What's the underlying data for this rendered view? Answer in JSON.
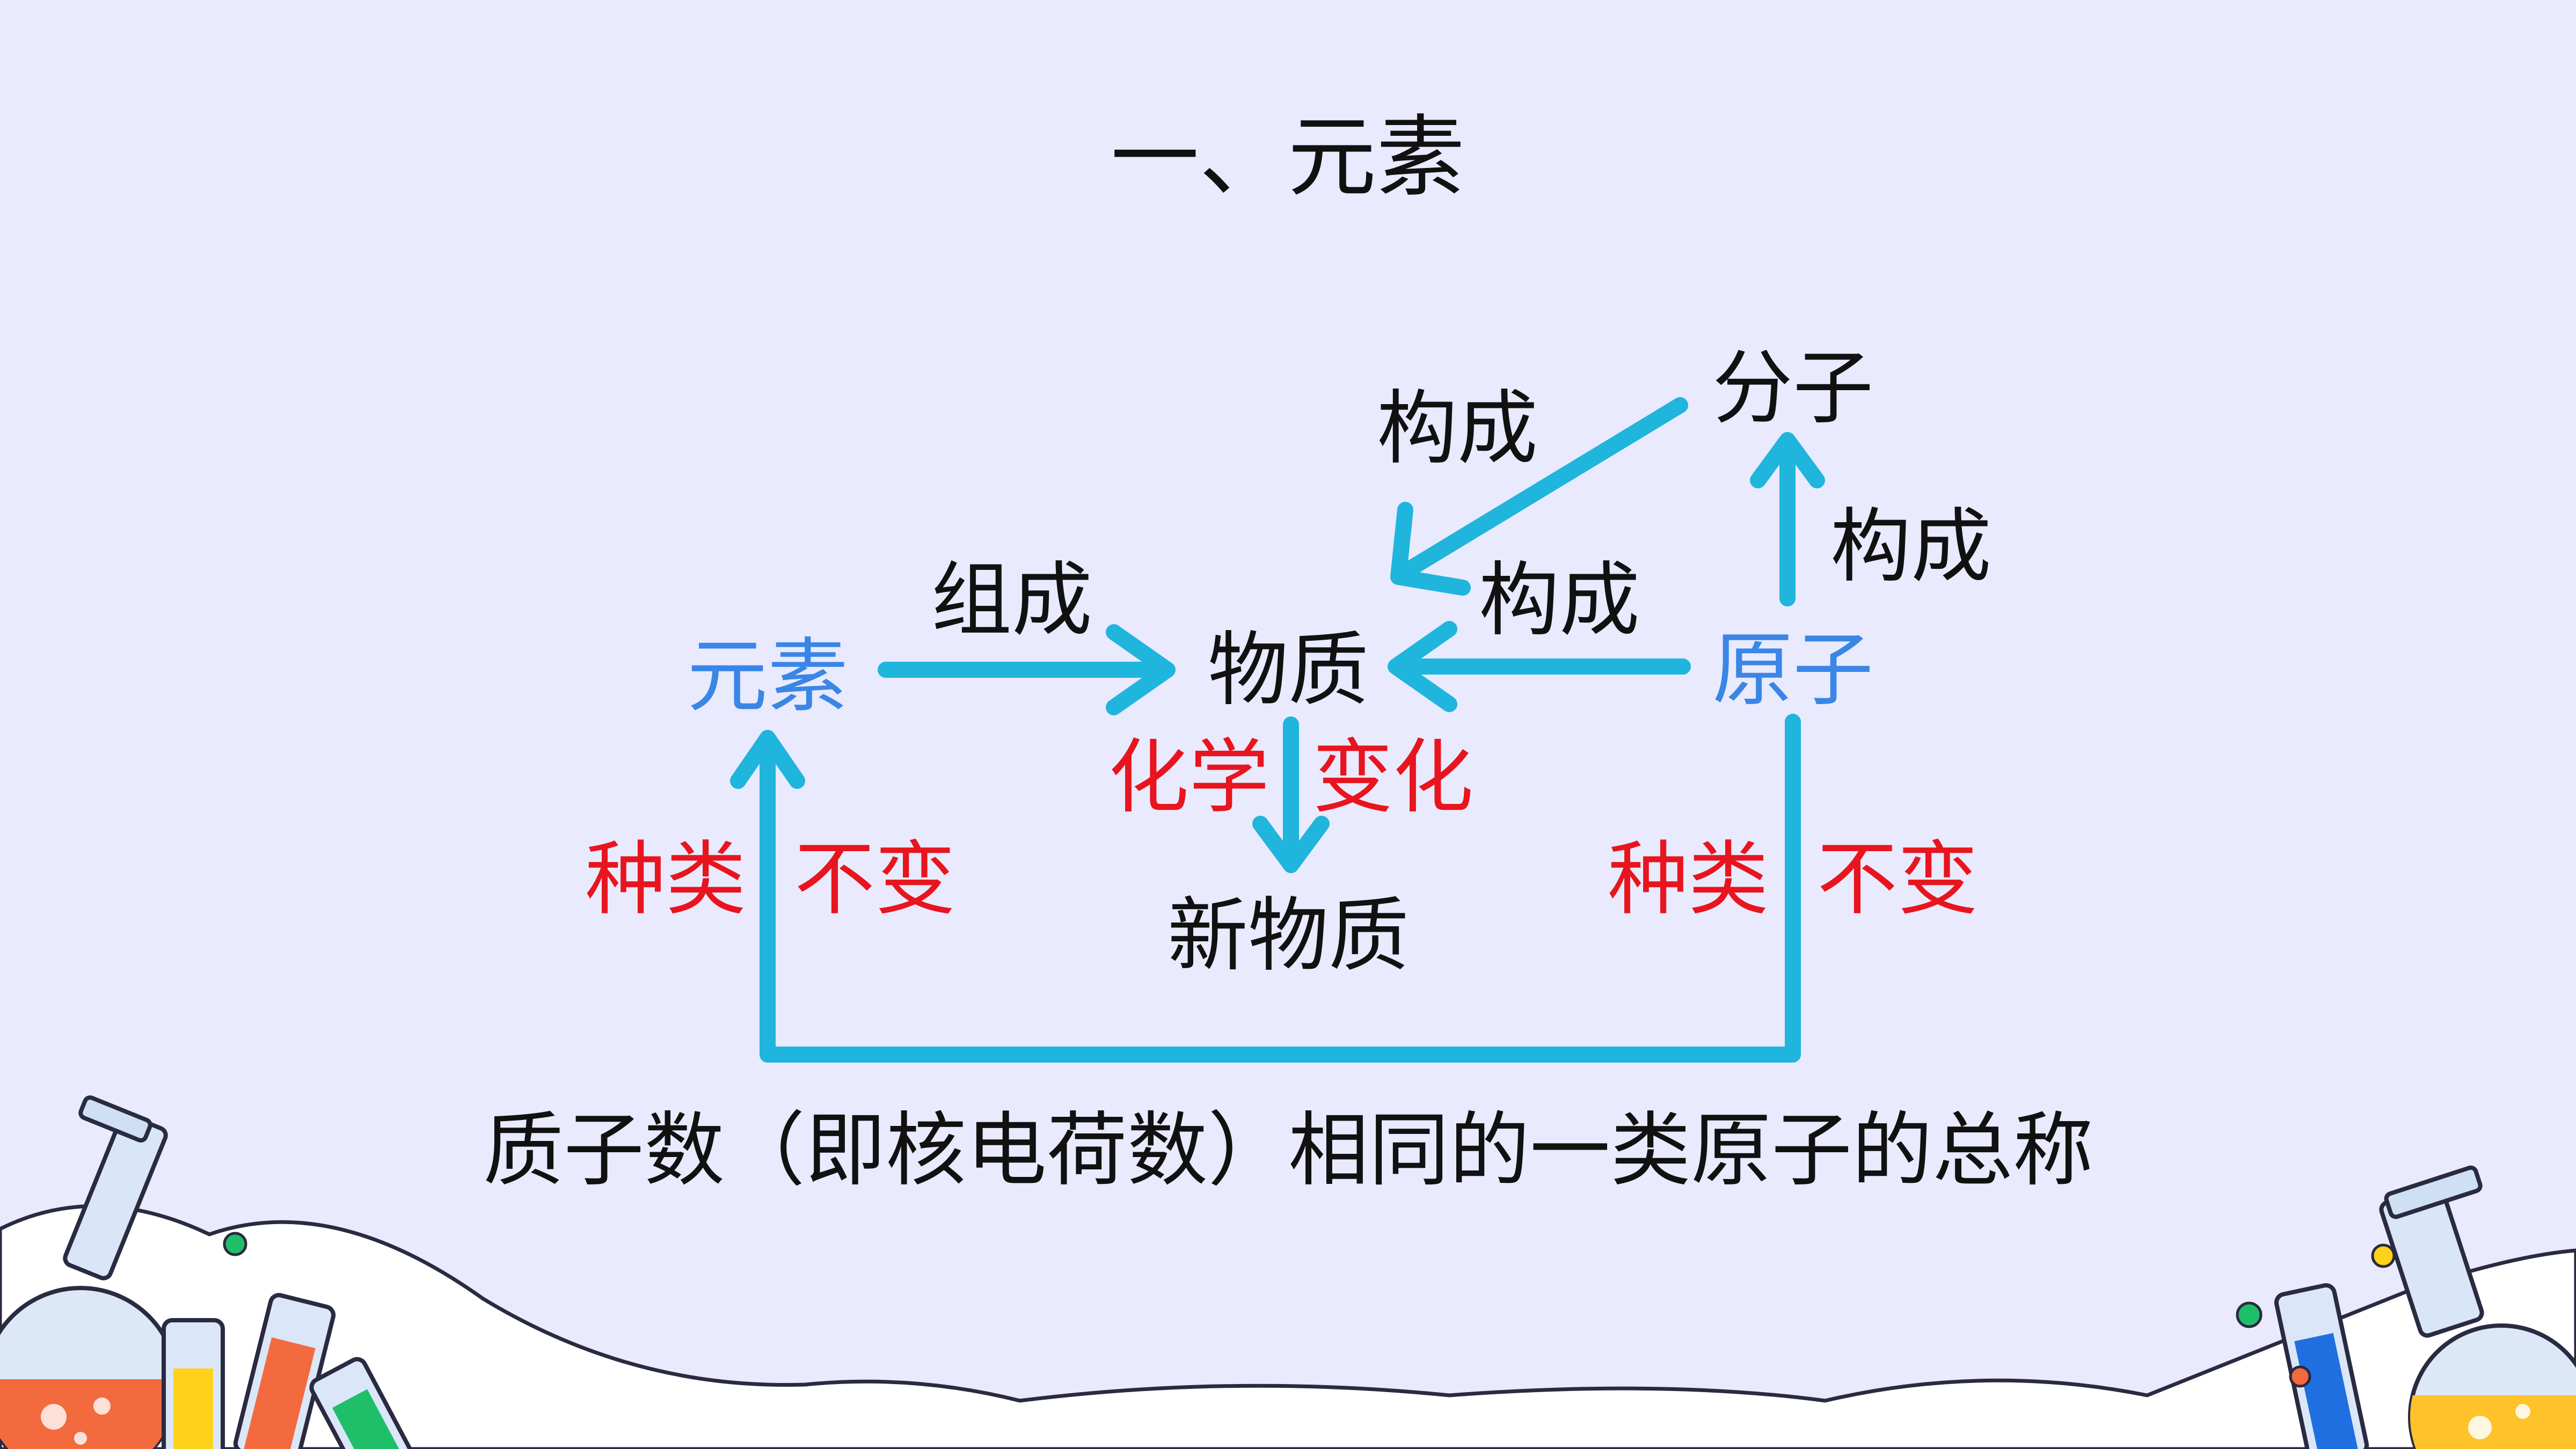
{
  "title": "一、元素",
  "nodes": {
    "element": "元素",
    "substance": "物质",
    "new_substance": "新物质",
    "molecule": "分子",
    "atom": "原子"
  },
  "edge_labels": {
    "element_to_substance": "组成",
    "molecule_to_substance": "构成",
    "atom_to_substance": "构成",
    "atom_to_molecule": "构成",
    "change_left": "化学",
    "change_right": "变化",
    "left_kind": "种类",
    "left_unchanged": "不变",
    "right_kind": "种类",
    "right_unchanged": "不变"
  },
  "definition": "质子数（即核电荷数）相同的一类原子的总称",
  "colors": {
    "background": "#e9eafe",
    "arrow": "#1fb5dc",
    "node_blue": "#3a86e6",
    "text_red": "#e8141e",
    "text_black": "#111111"
  }
}
